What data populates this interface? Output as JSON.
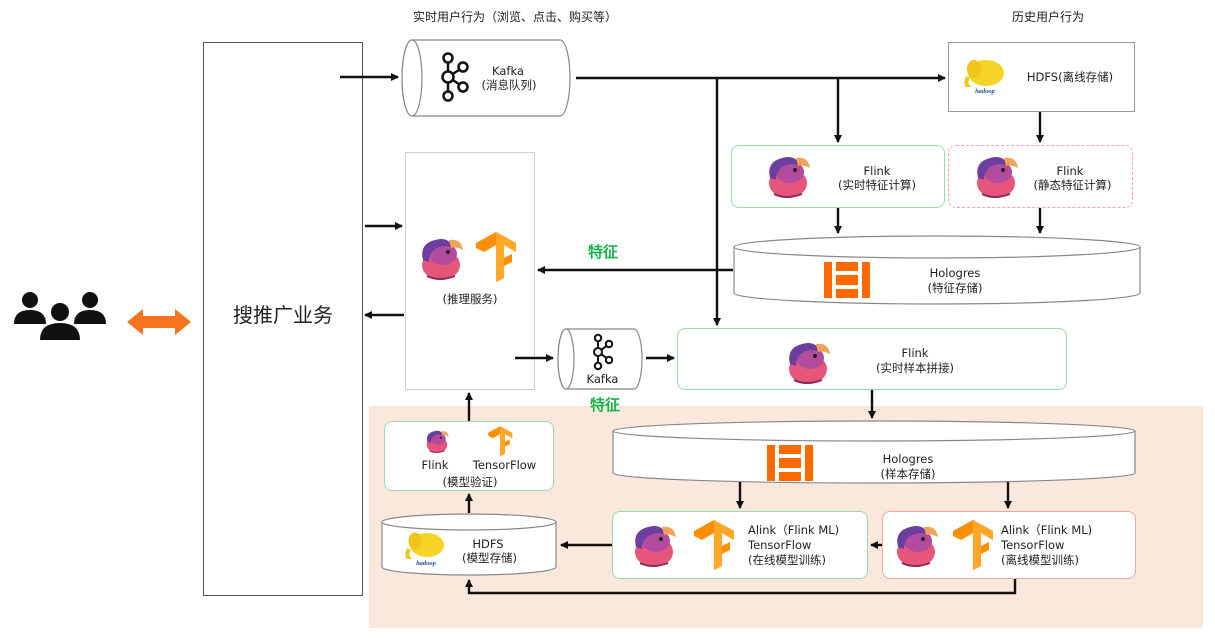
{
  "top_labels": {
    "realtime_behavior": "实时用户行为（浏览、点击、购买等）",
    "history_behavior": "历史用户行为"
  },
  "business": {
    "label": "搜推广业务"
  },
  "kafka_top": {
    "name": "Kafka",
    "sub": "(消息队列)"
  },
  "hdfs_top": {
    "name": "HDFS(离线存储)"
  },
  "flink_realtime": {
    "name": "Flink",
    "sub": "(实时特征计算)"
  },
  "flink_static": {
    "name": "Flink",
    "sub": "(静态特征计算)"
  },
  "hologres_feature": {
    "name": "Hologres",
    "sub": "(特征存储)"
  },
  "inference": {
    "sub": "(推理服务)"
  },
  "feature_label_1": "特征",
  "feature_label_2": "特征",
  "kafka_small": {
    "name": "Kafka"
  },
  "flink_sample": {
    "name": "Flink",
    "sub": "(实时样本拼接)"
  },
  "validation": {
    "flink": "Flink",
    "tf": "TensorFlow",
    "sub": "(模型验证)"
  },
  "hologres_sample": {
    "name": "Hologres",
    "sub": "(样本存储)"
  },
  "hdfs_model": {
    "name": "HDFS",
    "sub": "(模型存储)"
  },
  "online_training": {
    "line1": "Alink（Flink ML)",
    "line2": "TensorFlow",
    "sub": "(在线模型训练)"
  },
  "offline_training": {
    "line1": "Alink（Flink ML)",
    "line2": "TensorFlow",
    "sub": "(离线模型训练)"
  },
  "colors": {
    "flink_pink": "#e6557a",
    "flink_purple": "#6b3fa0",
    "tf_orange": "#ff8f00",
    "hologres_orange": "#ff6a00",
    "users_black": "#111111",
    "sync_arrow_orange": "#f5731c",
    "green_border": "#9ddaa9",
    "red_border": "#f0a6a6",
    "peach_bg": "#fbe8dc",
    "feature_green": "#18b34a"
  }
}
